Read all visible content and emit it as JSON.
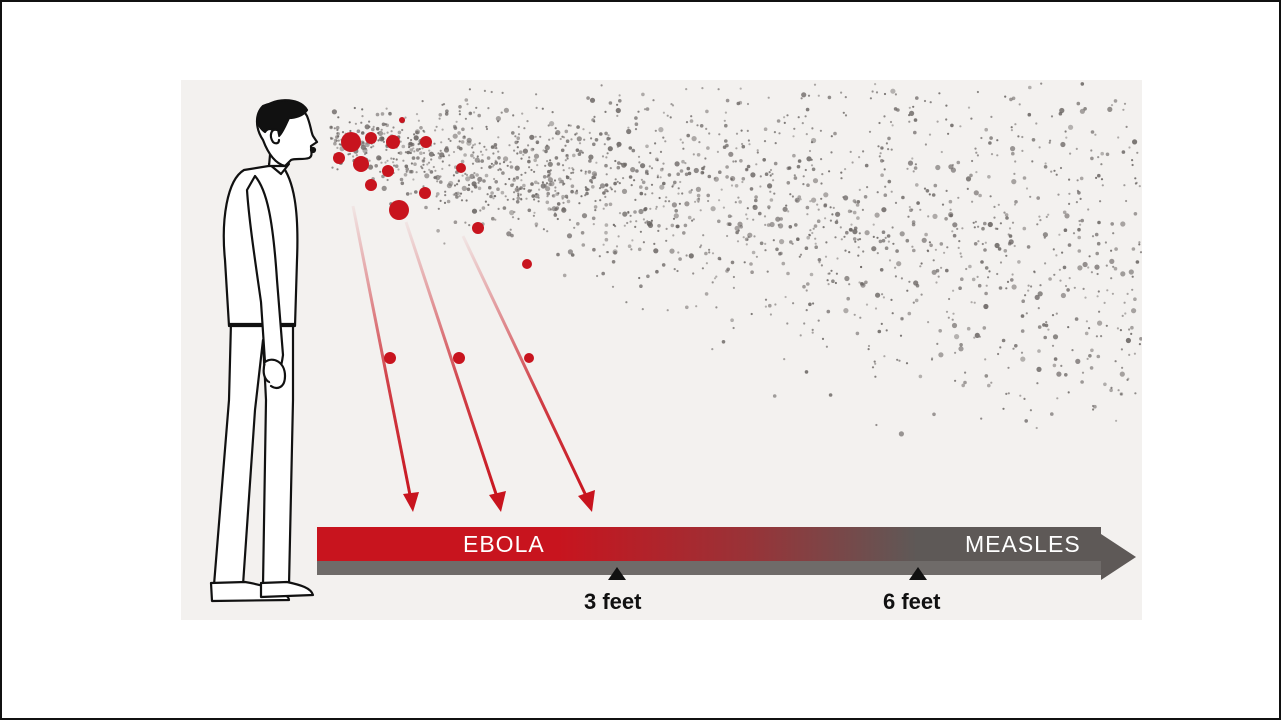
{
  "colors": {
    "background": "#ffffff",
    "panel": "#f3f1ef",
    "ebola_red": "#c8141e",
    "measles_gray": "#5e5957",
    "particle_gray": "#6b6664",
    "outline": "#111111"
  },
  "labels": {
    "ebola": "EBOLA",
    "measles": "MEASLES",
    "tick_3": "3 feet",
    "tick_6": "6 feet"
  },
  "icons": {
    "person": "person-coughing-icon",
    "droplet": "red-droplet-icon",
    "arrow": "downward-red-arrow-icon",
    "tick": "triangle-marker-icon"
  }
}
